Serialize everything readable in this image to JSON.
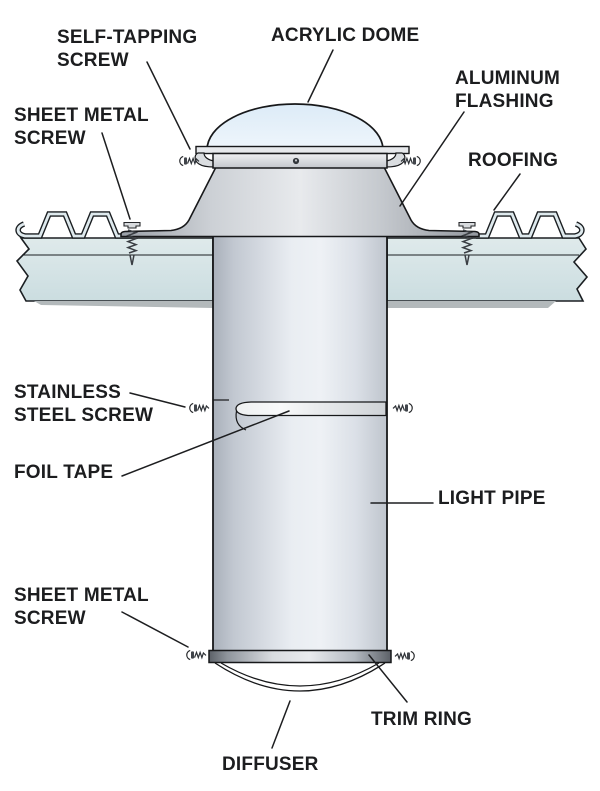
{
  "labels": {
    "self_tapping_screw": {
      "lines": [
        "SELF-TAPPING",
        "SCREW"
      ]
    },
    "acrylic_dome": {
      "lines": [
        "ACRYLIC DOME"
      ]
    },
    "aluminum_flashing": {
      "lines": [
        "ALUMINUM",
        "FLASHING"
      ]
    },
    "sheet_metal_screw_top": {
      "lines": [
        "SHEET METAL",
        "SCREW"
      ]
    },
    "roofing": {
      "lines": [
        "ROOFING"
      ]
    },
    "stainless_steel_screw": {
      "lines": [
        "STAINLESS",
        "STEEL SCREW"
      ]
    },
    "foil_tape": {
      "lines": [
        "FOIL TAPE"
      ]
    },
    "light_pipe": {
      "lines": [
        "LIGHT PIPE"
      ]
    },
    "sheet_metal_screw_bottom": {
      "lines": [
        "SHEET METAL",
        "SCREW"
      ]
    },
    "trim_ring": {
      "lines": [
        "TRIM RING"
      ]
    },
    "diffuser": {
      "lines": [
        "DIFFUSER"
      ]
    }
  },
  "colors": {
    "ink": "#1d1e20",
    "dome_blue": "#e3eef8",
    "deck_teal": "#d5e3e5",
    "metal_light": "#e9edf2",
    "metal_dark": "#9aa0a8",
    "trim_dark": "#5c6168",
    "background": "#ffffff"
  }
}
